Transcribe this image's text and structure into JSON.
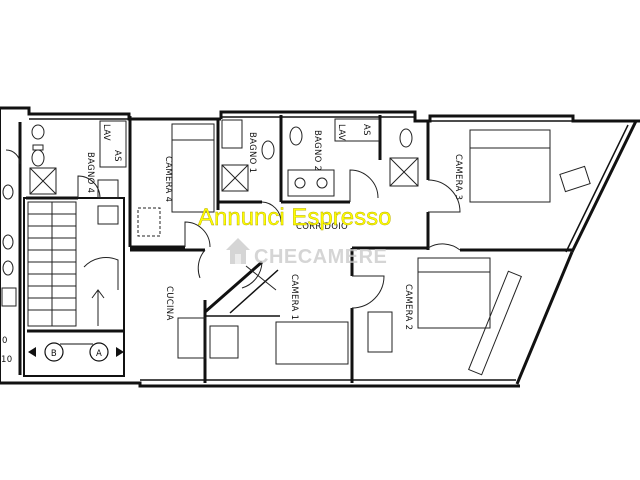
{
  "rooms": {
    "bagno4": "BAGNO 4",
    "camera4": "CAMERA 4",
    "bagno1": "BAGNO 1",
    "bagno2": "BAGNO 2",
    "camera3": "CAMERA 3",
    "corridoio": "CORRIDOIO",
    "cucina": "CUCINA",
    "camera1": "CAMERA 1",
    "camera2": "CAMERA 2"
  },
  "fixtures": {
    "lav": "LAV",
    "as": "AS"
  },
  "markers": {
    "a": "A",
    "b": "B"
  },
  "edge_marks": {
    "o": "0",
    "ten": "10"
  },
  "watermarks": {
    "annunci": "Annunci Espresso",
    "brand": "CHECAMERE"
  },
  "colors": {
    "wall": "#111111",
    "annunci": "#ffff00",
    "brand": "#c8c8c8"
  }
}
